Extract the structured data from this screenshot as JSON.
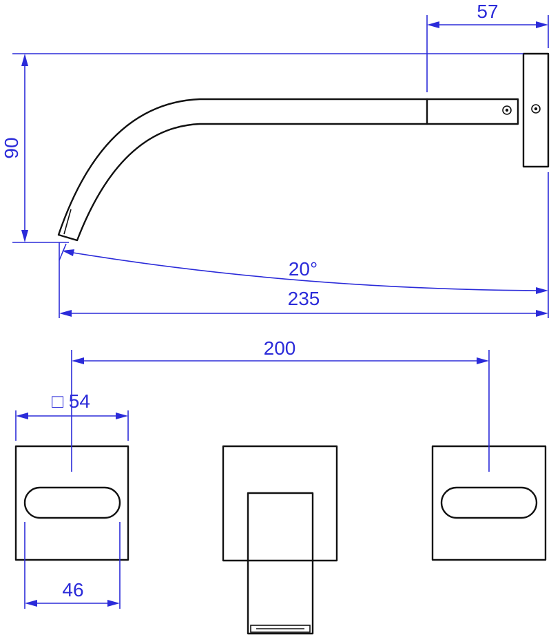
{
  "dimensions": {
    "height_total": "90",
    "wall_plate_depth": "57",
    "spout_angle": "20°",
    "spout_length": "235",
    "handle_spacing": "200",
    "handle_plate_size": "□ 54",
    "handle_inner_width": "46"
  },
  "colors": {
    "outline": "#111111",
    "dimension": "#2b2bd9",
    "background": "#ffffff"
  }
}
